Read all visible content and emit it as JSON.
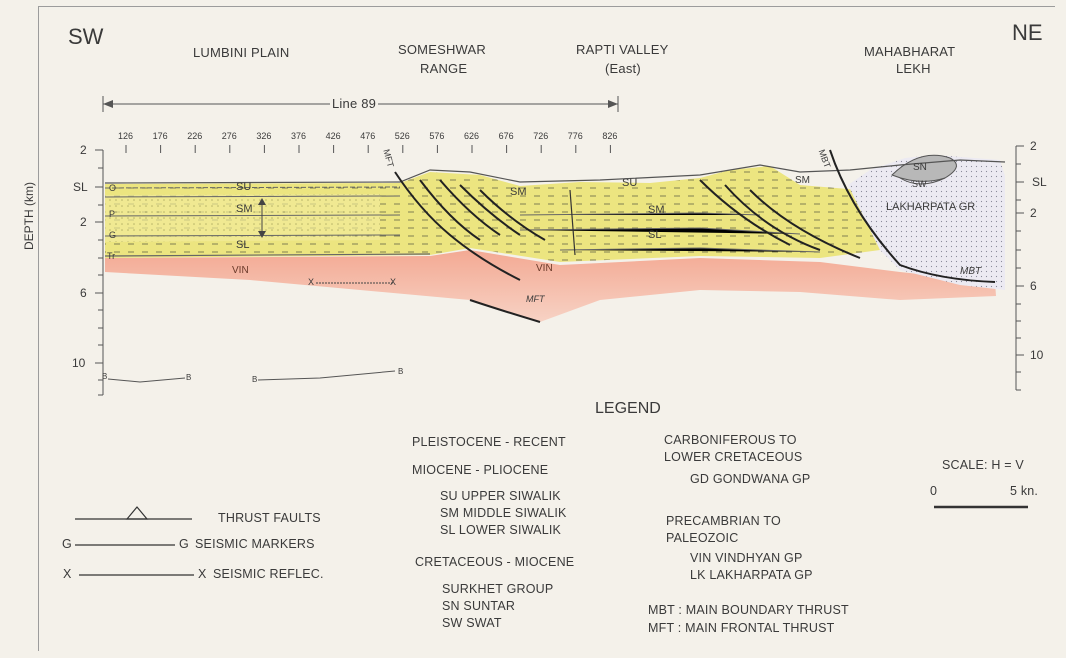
{
  "header": {
    "sw": "SW",
    "ne": "NE",
    "lumbini": "LUMBINI PLAIN",
    "someshwar_1": "SOMESHWAR",
    "someshwar_2": "RANGE",
    "rapti_1": "RAPTI VALLEY",
    "rapti_2": "(East)",
    "mahabharat_1": "MAHABHARAT",
    "mahabharat_2": "LEKH",
    "line": "Line 89"
  },
  "axis": {
    "ylabel": "DEPTH (km)",
    "left_ticks": [
      "2",
      "SL",
      "2",
      "6",
      "10"
    ],
    "right_ticks": [
      "2",
      "SL",
      "2",
      "6",
      "10"
    ],
    "shot_points": [
      "126",
      "176",
      "226",
      "276",
      "326",
      "376",
      "426",
      "476",
      "526",
      "576",
      "626",
      "676",
      "726",
      "776",
      "826"
    ]
  },
  "section_labels": {
    "su": "SU",
    "sm_left": "SM",
    "sl_left": "SL",
    "vin_left": "VIN",
    "sm_mid": "SM",
    "sm_right": "SM",
    "sl_right": "SL",
    "vin_mid": "VIN",
    "su_right": "SU",
    "sn": "SN",
    "sw": "SW",
    "lakharpata": "LAKHARPATA GR",
    "mbt_top": "MBT",
    "mbt_bottom": "MBT",
    "mft_left": "MFT",
    "mft_bottom": "MFT",
    "marker_o": "O",
    "marker_p": "P",
    "marker_g": "G",
    "marker_tr": "Tr",
    "x": "X",
    "b": "B"
  },
  "legend": {
    "title": "LEGEND",
    "col1": {
      "pleistocene": "PLEISTOCENE - RECENT",
      "miocene": "MIOCENE - PLIOCENE",
      "su": "SU  UPPER SIWALIK",
      "sm": "SM  MIDDLE SIWALIK",
      "sl": "SL  LOWER SIWALIK",
      "cretaceous": "CRETACEOUS - MIOCENE",
      "surkhet": "SURKHET GROUP",
      "sn": "SN  SUNTAR",
      "sw": "SW  SWAT"
    },
    "col2": {
      "carboniferous_1": "CARBONIFEROUS TO",
      "carboniferous_2": "LOWER CRETACEOUS",
      "gd": "GD  GONDWANA GP",
      "precambrian_1": "PRECAMBRIAN TO",
      "precambrian_2": "PALEOZOIC",
      "vin": "VIN  VINDHYAN GP",
      "lk": "LK  LAKHARPATA GP",
      "mbt": "MBT : MAIN BOUNDARY THRUST",
      "mft": "MFT : MAIN FRONTAL THRUST"
    },
    "symbols": {
      "thrust": "THRUST FAULTS",
      "seismic_markers": "SEISMIC MARKERS",
      "seismic_reflec": "SEISMIC REFLEC.",
      "g_left": "G",
      "g_right": "G",
      "x_left": "X",
      "x_right": "X"
    },
    "scale": {
      "label": "SCALE: H = V",
      "zero": "0",
      "five": "5 kn."
    }
  }
}
